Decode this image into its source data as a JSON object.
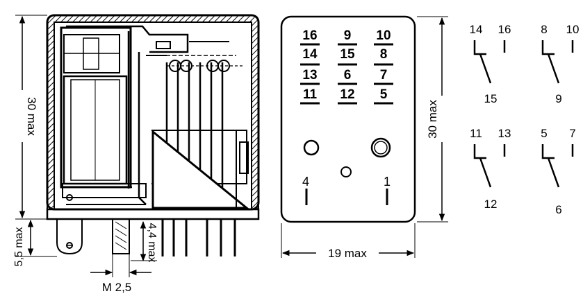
{
  "side_view": {
    "height_dim": "30 max",
    "base_dim": "5,5 max",
    "pin_dim": "4,4 max",
    "thread_dim": "M 2,5"
  },
  "front_view": {
    "pin_table": {
      "rows": [
        [
          "16",
          "9",
          "10"
        ],
        [
          "14",
          "15",
          "8"
        ],
        [
          "13",
          "6",
          "7"
        ],
        [
          "11",
          "12",
          "5"
        ]
      ]
    },
    "left_pin": "4",
    "right_pin": "1",
    "width_dim": "19 max",
    "height_dim": "30 max"
  },
  "contacts": [
    {
      "no": "14",
      "nc": "16",
      "common": "15"
    },
    {
      "no": "8",
      "nc": "10",
      "common": "9"
    },
    {
      "no": "11",
      "nc": "13",
      "common": "12"
    },
    {
      "no": "5",
      "nc": "7",
      "common": "6"
    }
  ]
}
